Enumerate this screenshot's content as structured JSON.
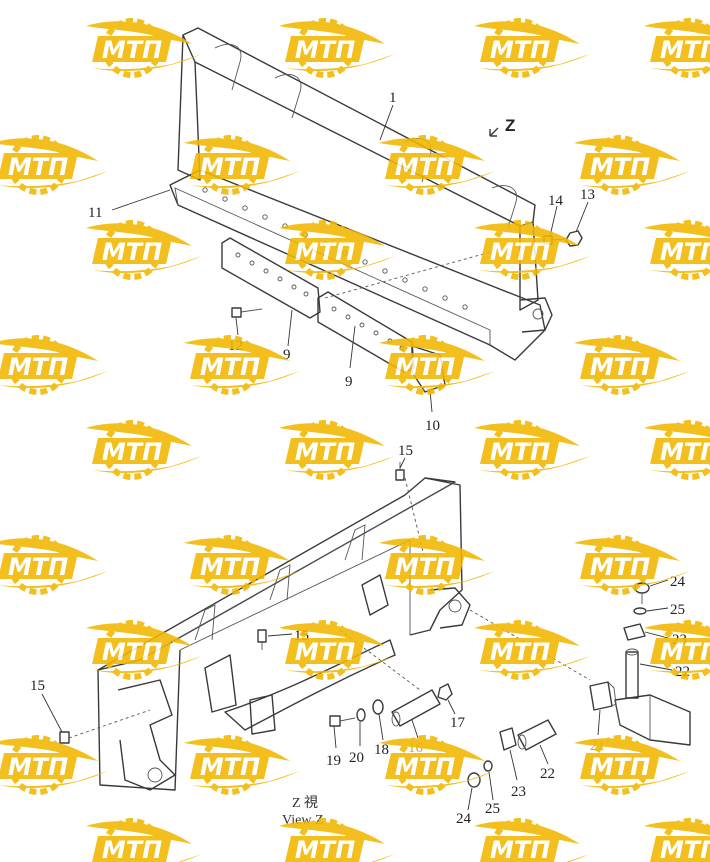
{
  "diagram": {
    "view_caption_native": "Z 視",
    "view_caption": "View Z",
    "direction_marker": "Z",
    "part_labels": {
      "p1": "1",
      "p9a": "9",
      "p9b": "9",
      "p10": "10",
      "p11": "11",
      "p12": "12",
      "p13": "13",
      "p14": "14",
      "p15a": "15",
      "p15b": "15",
      "p15c": "15",
      "p16": "16",
      "p17": "17",
      "p18": "18",
      "p19": "19",
      "p20": "20",
      "p21": "21",
      "p22a": "22",
      "p22b": "22",
      "p23a": "23",
      "p23b": "23",
      "p24a": "24",
      "p24b": "24",
      "p25a": "25",
      "p25b": "25"
    },
    "highlighted_labels": [
      "16",
      "21"
    ],
    "colors": {
      "label_highlight": "#d9a21e",
      "watermark": "#f2b700",
      "line": "#3a3a3a"
    }
  },
  "watermark": {
    "text": "МТП",
    "color": "#f2b700"
  }
}
